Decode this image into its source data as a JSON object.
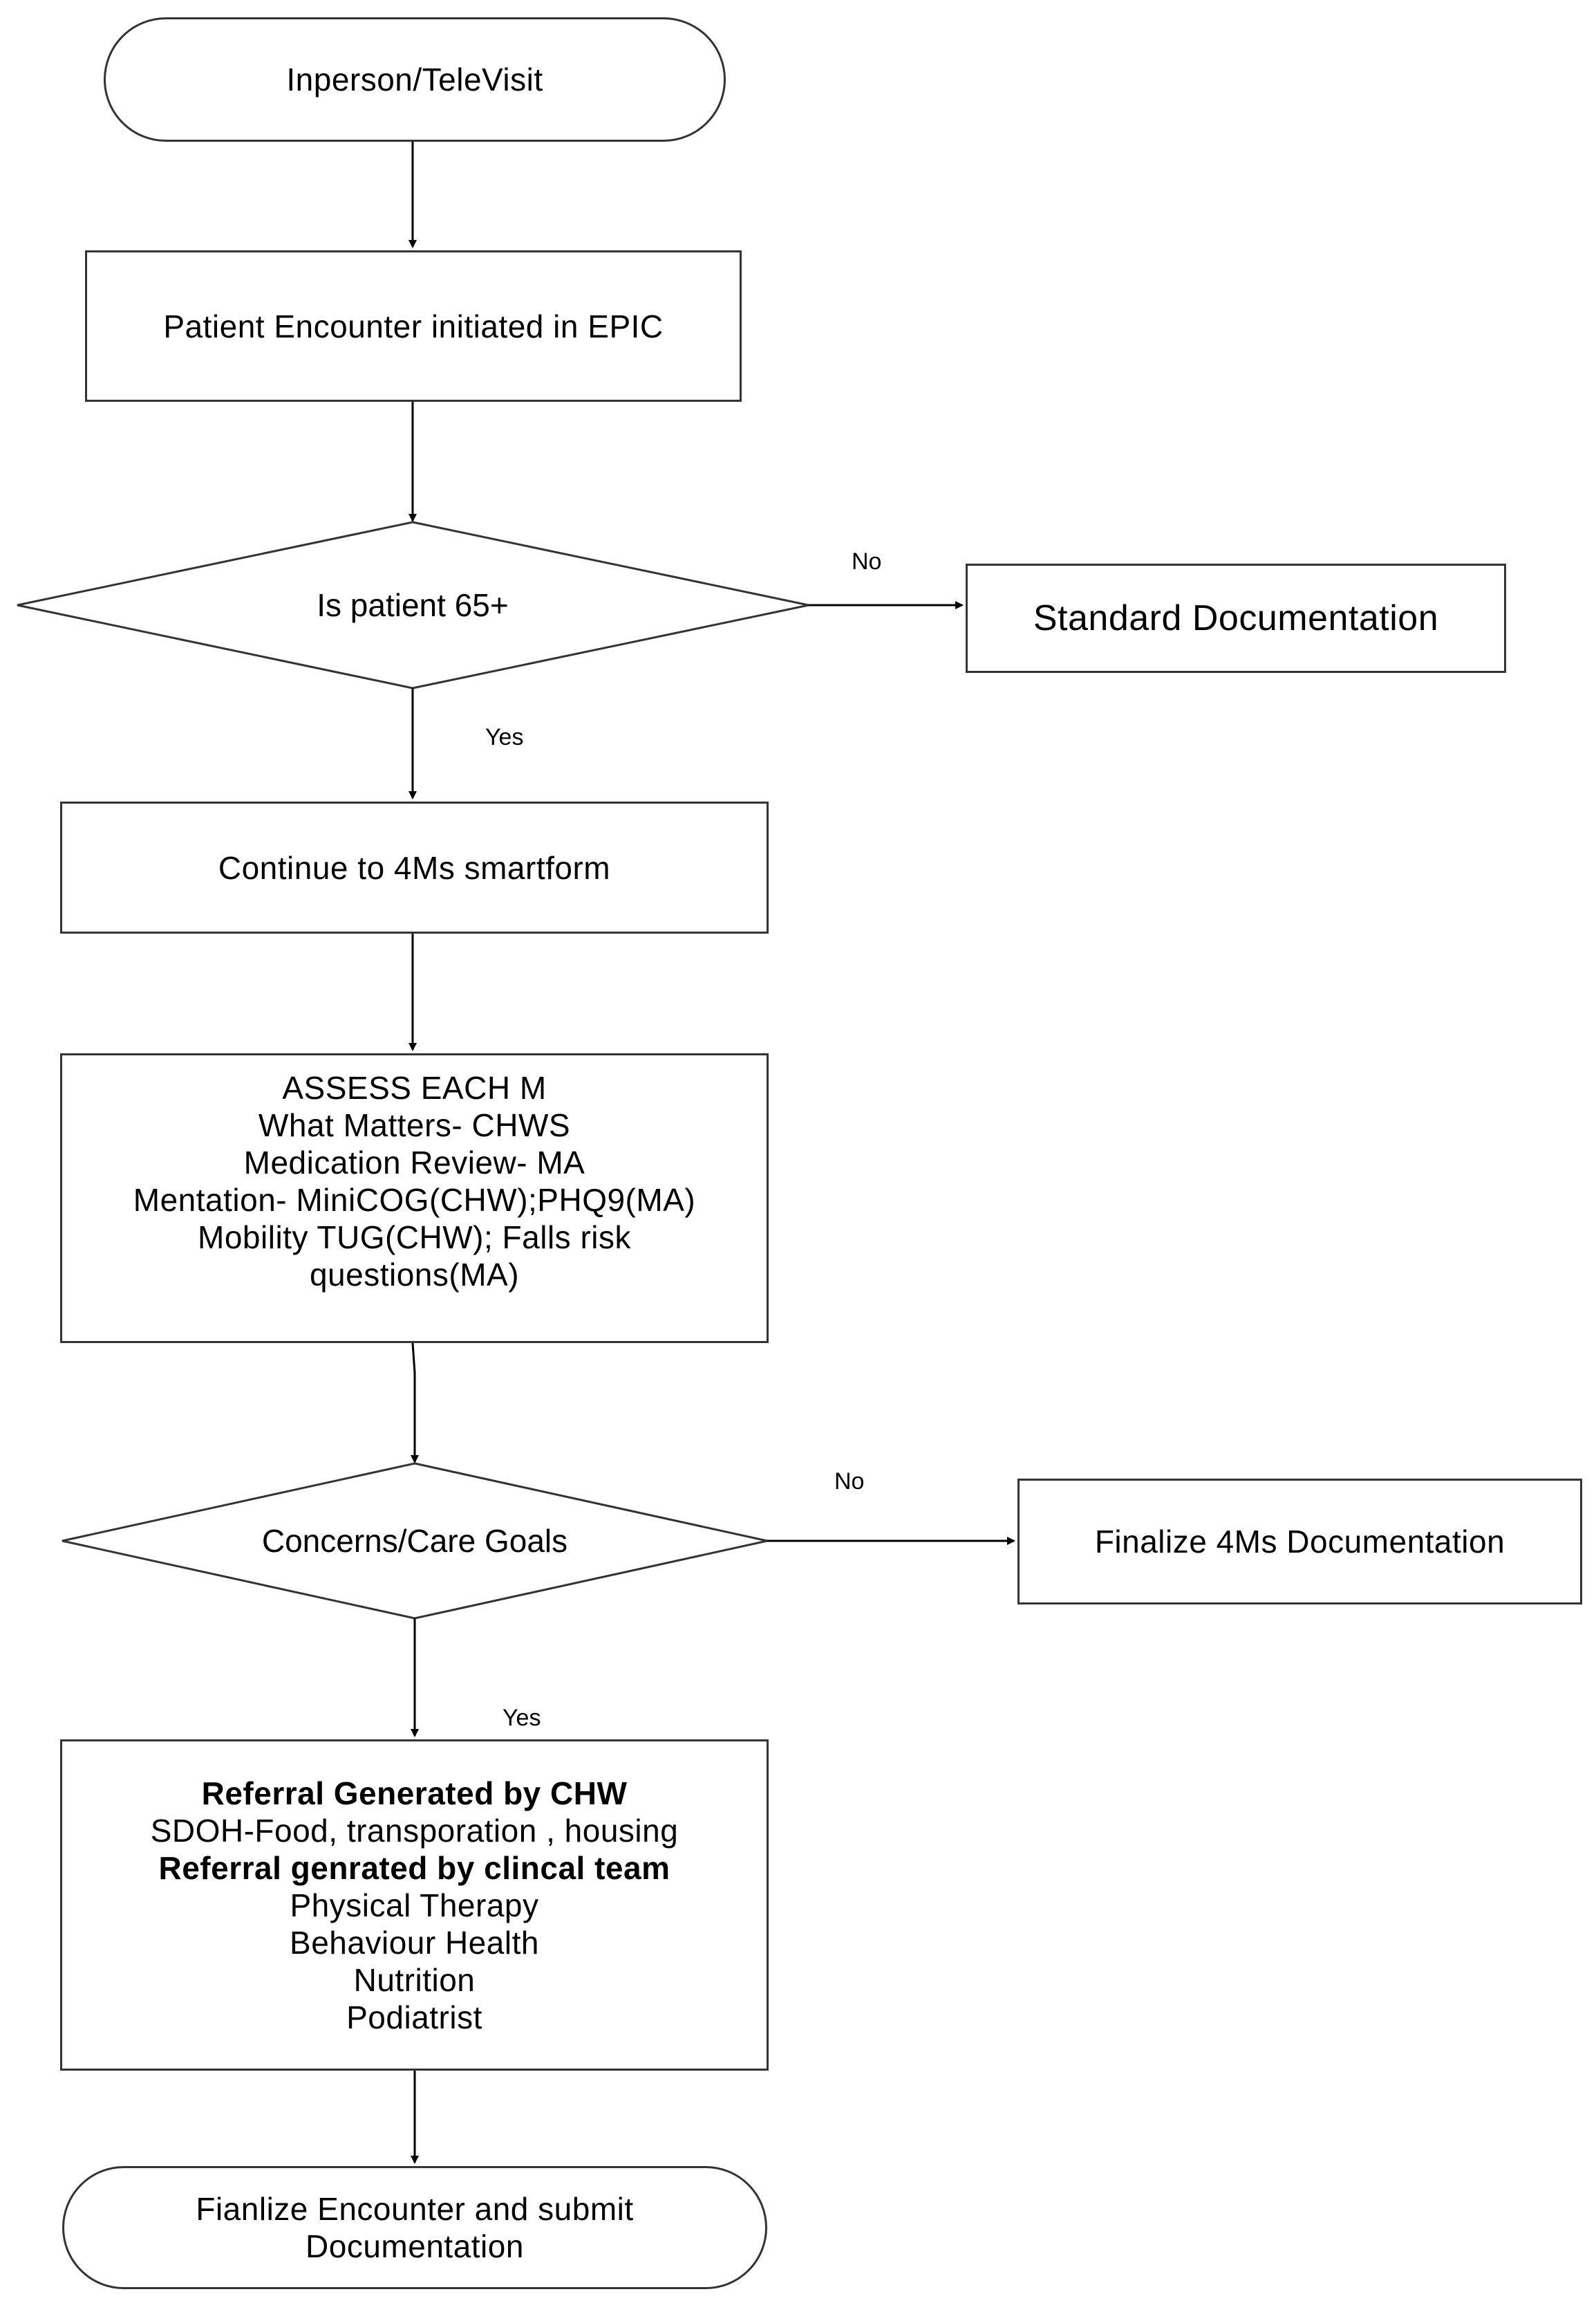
{
  "nodes": {
    "start": "Inperson/TeleVisit",
    "encounter": "Patient Encounter initiated in EPIC",
    "age_check": "Is patient 65+",
    "standard_doc": "Standard Documentation",
    "smartform": "Continue to 4Ms smartform",
    "assess": {
      "lines": [
        "ASSESS EACH M",
        "What Matters- CHWS",
        "Medication Review- MA",
        "Mentation- MiniCOG(CHW);PHQ9(MA)",
        "Mobility TUG(CHW); Falls risk",
        "questions(MA)"
      ]
    },
    "concerns_check": "Concerns/Care Goals",
    "finalize_4ms": "Finalize 4Ms Documentation",
    "referral": {
      "chw_heading": "Referral Generated by CHW",
      "chw_item": "SDOH-Food, transporation , housing",
      "clinical_heading": "Referral genrated by clincal team",
      "clinical_items": [
        "Physical Therapy",
        "Behaviour Health",
        "Nutrition",
        "Podiatrist"
      ]
    },
    "end": {
      "lines": [
        "Fianlize Encounter and submit",
        "Documentation"
      ]
    }
  },
  "edge_labels": {
    "age_no": "No",
    "age_yes": "Yes",
    "concerns_no": "No",
    "concerns_yes": "Yes"
  },
  "colors": {
    "stroke": "#333333",
    "text": "#000000",
    "background": "#ffffff"
  }
}
